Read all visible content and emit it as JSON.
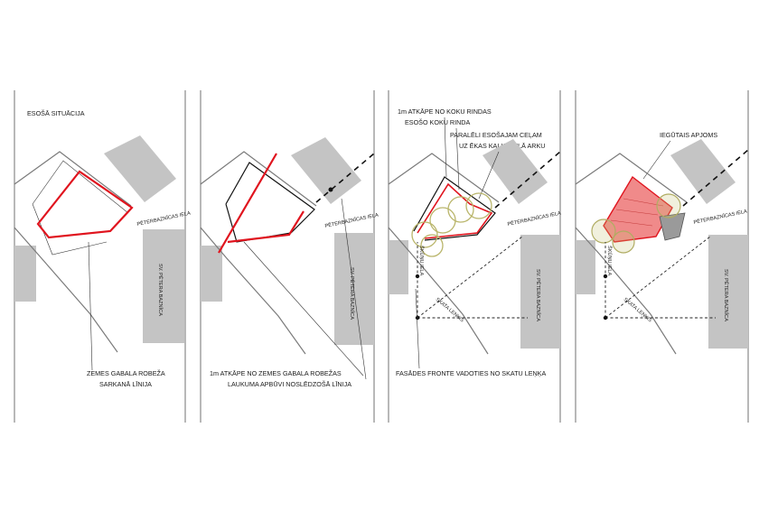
{
  "panels": [
    {
      "title": "ESOŠĀ SITUĀCIJA",
      "street_label": "PĒTERBAZNĪCAS IELA",
      "building_label": "SV. PĒTERA BAZNĪCA",
      "callout_lines": [
        "ZEMES GABALA ROBEŽA",
        "SARKANĀ LĪNIJA"
      ]
    },
    {
      "street_label": "PĒTERBAZNĪCAS IELA",
      "building_label": "SV. PĒTERA BAZNĪCA",
      "callout_lines": [
        "1m ATKĀPE NO ZEMES GABALA ROBEŽAS",
        "LAUKUMA APBŪVI NOSLĒDZOŠĀ LĪNIJA"
      ]
    },
    {
      "labels": [
        "1m ATKĀPE NO KOKU RINDAS",
        "ESOŠO KOKU RINDA",
        "PARALĒLI ESOŠAJAM CEĻAM",
        "UZ ĒKAS KALĶU IELĀ  ARKU"
      ],
      "street_label": "PĒTERBAZNĪCAS IELA",
      "building_label": "SV. PĒTERA BAZNĪCA",
      "view_label": "SKATA LEŅĶIS",
      "small_street": "ŠKŪŅU IELA",
      "callout_lines": [
        "FASĀDES FRONTE VADOTIES NO SKATU LEŅĶA"
      ]
    },
    {
      "labels": [
        "IEGŪTAIS APJOMS"
      ],
      "street_label": "PĒTERBAZNĪCAS IELA",
      "building_label": "SV. PĒTERA BAZNĪCA",
      "view_label": "SKATA LEŅĶIS",
      "small_street": "ŠKŪŅU IELA"
    }
  ],
  "colors": {
    "plot_line": "#e0141e",
    "building_fill": "#c4c4c4",
    "tree_line": "#b9b56a",
    "volume_fill": "#f08a8a"
  }
}
